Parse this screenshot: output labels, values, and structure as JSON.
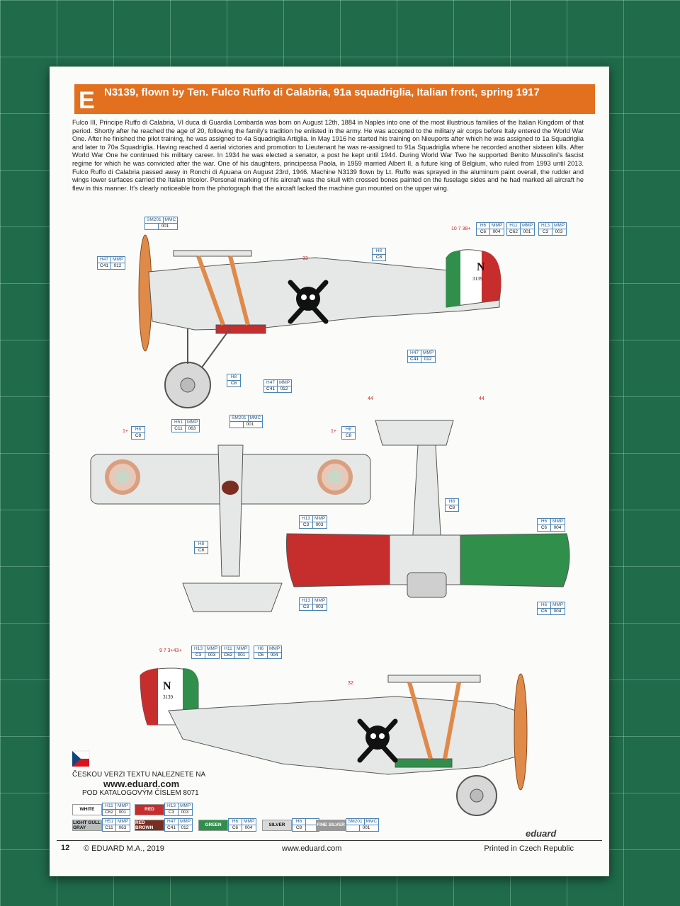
{
  "banner": {
    "letter": "E",
    "title": "N3139, flown by Ten. Fulco Ruffo di Calabria, 91a squadriglia, Italian front, spring 1917"
  },
  "body_text": "Fulco III, Principe Ruffo di Calabria, VI duca di Guardia Lombarda was born on August 12th, 1884 in Naples into one of the most illustrious families of the Italian Kingdom of that period. Shortly after he reached the age of 20, following the family's tradition he enlisted in the army. He was accepted to the military air corps before Italy entered the World War One. After he finished the pilot training, he was assigned to 4a Squadriglia Artiglia. In May 1916 he started his training on Nieuports after which he was assigned to 1a Squadriglia and later to 70a Squadriglia. Having reached 4 aerial victories and promotion to Lieutenant he was re-assigned to 91a Squadriglia where he recorded another sixteen kills. After World War One he continued his military career. In 1934 he was elected a senator, a post he kept until 1944. During World War Two he supported Benito Mussolini's fascist regime for which he was convicted after the war. One of his daughters, principessa Paola, in 1959 married Albert II, a future king of Belgium, who ruled from 1993 until 2013. Fulco Ruffo di Calabria passed away in Ronchi di Apuana on August 23rd, 1946. Machine N3139 flown by Lt. Ruffo was sprayed in the aluminum paint overall, the rudder and wings lower surfaces carried the Italian tricolor. Personal marking of his aircraft was the skull with crossed bones painted on the fuselage sides and he had marked all aircraft he flew in this manner. It's clearly noticeable from the photograph that the aircraft lacked the machine gun mounted on the upper wing.",
  "tags": {
    "sm201_top": [
      "SM201",
      "MMC",
      "",
      "001"
    ],
    "h47_left": [
      "H47",
      "MMP",
      "C41",
      "012"
    ],
    "h8_tail": [
      "H8",
      "",
      "C8",
      ""
    ],
    "h47_tail": [
      "H47",
      "MMP",
      "C41",
      "012"
    ],
    "h8_gear": [
      "H8",
      "",
      "C8",
      ""
    ],
    "h47_gear": [
      "H47",
      "MMP",
      "C41",
      "012"
    ],
    "h51_wheel": [
      "H51",
      "MMP",
      "C11",
      "063"
    ],
    "h6_rud": [
      "H6",
      "MMP",
      "C6",
      "004"
    ],
    "h11_rud": [
      "H11",
      "MMP",
      "C62",
      "001"
    ],
    "h13_rud": [
      "H13",
      "MMP",
      "C3",
      "003"
    ],
    "sm201_top2": [
      "SM201",
      "MMC",
      "",
      "001"
    ],
    "h8_topleft": [
      "H8",
      "",
      "C8",
      ""
    ],
    "h8_topright": [
      "H8",
      "",
      "C8",
      ""
    ],
    "h8_topfus": [
      "H8",
      "",
      "C8",
      ""
    ],
    "h8_bot": [
      "H8",
      "",
      "C8",
      ""
    ],
    "h13_botwing1": [
      "H13",
      "MMP",
      "C3",
      "003"
    ],
    "h13_botwing2": [
      "H13",
      "MMP",
      "C3",
      "003"
    ],
    "h6_botwing1": [
      "H6",
      "MMP",
      "C6",
      "004"
    ],
    "h6_botwing2": [
      "H6",
      "MMP",
      "C6",
      "004"
    ],
    "h13_rud2": [
      "H13",
      "MMP",
      "C3",
      "003"
    ],
    "h11_rud2": [
      "H11",
      "MMP",
      "C62",
      "001"
    ],
    "h6_rud2": [
      "H6",
      "MMP",
      "C6",
      "004"
    ]
  },
  "callouts": {
    "c33": "33",
    "c10738": "10 7 38+",
    "c1a": "1+",
    "c1b": "1+",
    "c44a": "44",
    "c44b": "44",
    "c973": "9 7 3+43+",
    "c32": "32"
  },
  "plane_marks": {
    "serial_letter": "N",
    "serial_num": "3139",
    "serial_num2": "3139"
  },
  "czech": {
    "line1": "ČESKOU VERZI TEXTU NALEZNETE NA",
    "url": "www.eduard.com",
    "cat": "POD KATALOGOVÝM ČÍSLEM 8071"
  },
  "legend": [
    {
      "label": "WHITE",
      "color": "#ffffff",
      "text_color": "#111",
      "codes": [
        "H11",
        "MMP",
        "C62",
        "001"
      ]
    },
    {
      "label": "RED",
      "color": "#c62d2d",
      "text_color": "#fff",
      "codes": [
        "H13",
        "MMP",
        "C3",
        "003"
      ]
    },
    {
      "label": "LIGHT GULL GRAY",
      "color": "#b8bcbd",
      "text_color": "#111",
      "codes": [
        "H51",
        "MMP",
        "C11",
        "063"
      ]
    },
    {
      "label": "RED BROWN",
      "color": "#7a2e22",
      "text_color": "#fff",
      "codes": [
        "H47",
        "MMP",
        "C41",
        "012"
      ]
    },
    {
      "label": "GREEN",
      "color": "#2f8f4b",
      "text_color": "#fff",
      "codes": [
        "H6",
        "MMP",
        "C6",
        "004"
      ]
    },
    {
      "label": "SILVER",
      "color": "#d9d9d9",
      "text_color": "#111",
      "codes": [
        "H8",
        "",
        "C8",
        ""
      ]
    },
    {
      "label": "FINE SILVER",
      "color": "#9a9a9a",
      "text_color": "#fff",
      "codes": [
        "SM201",
        "MMC",
        "",
        "001"
      ]
    }
  ],
  "footer": {
    "page": "12",
    "copyright": "© EDUARD M.A., 2019",
    "www": "www.eduard.com",
    "printed": "Printed in Czech Republic",
    "logo": "eduard"
  },
  "colors": {
    "banner": "#e2701f",
    "mat": "#1f6b4a",
    "italian_red": "#c62d2d",
    "italian_green": "#2f8f4b",
    "aluminum": "#e6e8e8",
    "propeller": "#e08a4a"
  }
}
